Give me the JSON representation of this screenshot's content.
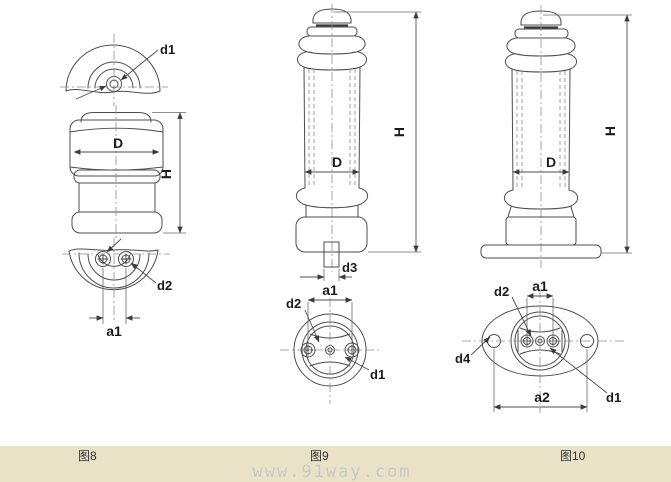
{
  "watermark": "www.91way.com",
  "colors": {
    "background": "#ffffff",
    "strip": "#e9e2c7",
    "line": "#4d4d4d",
    "centerline": "#8f8f8f",
    "label": "#1b1b1b",
    "watermark_text": "#c9c9c9"
  },
  "fig8": {
    "caption": "图8",
    "top_d1": "d1",
    "front_D": "D",
    "front_H": "H",
    "bottom_d2": "d2",
    "bottom_a1": "a1"
  },
  "fig9": {
    "caption": "图9",
    "front_H": "H",
    "front_D": "D",
    "front_d3": "d3",
    "bottom_a1": "a1",
    "bottom_d2": "d2",
    "bottom_d1": "d1"
  },
  "fig10": {
    "caption": "图10",
    "front_H": "H",
    "front_D": "D",
    "bottom_a1": "a1",
    "bottom_d2": "d2",
    "bottom_d4": "d4",
    "bottom_a2": "a2",
    "bottom_d1": "d1"
  }
}
